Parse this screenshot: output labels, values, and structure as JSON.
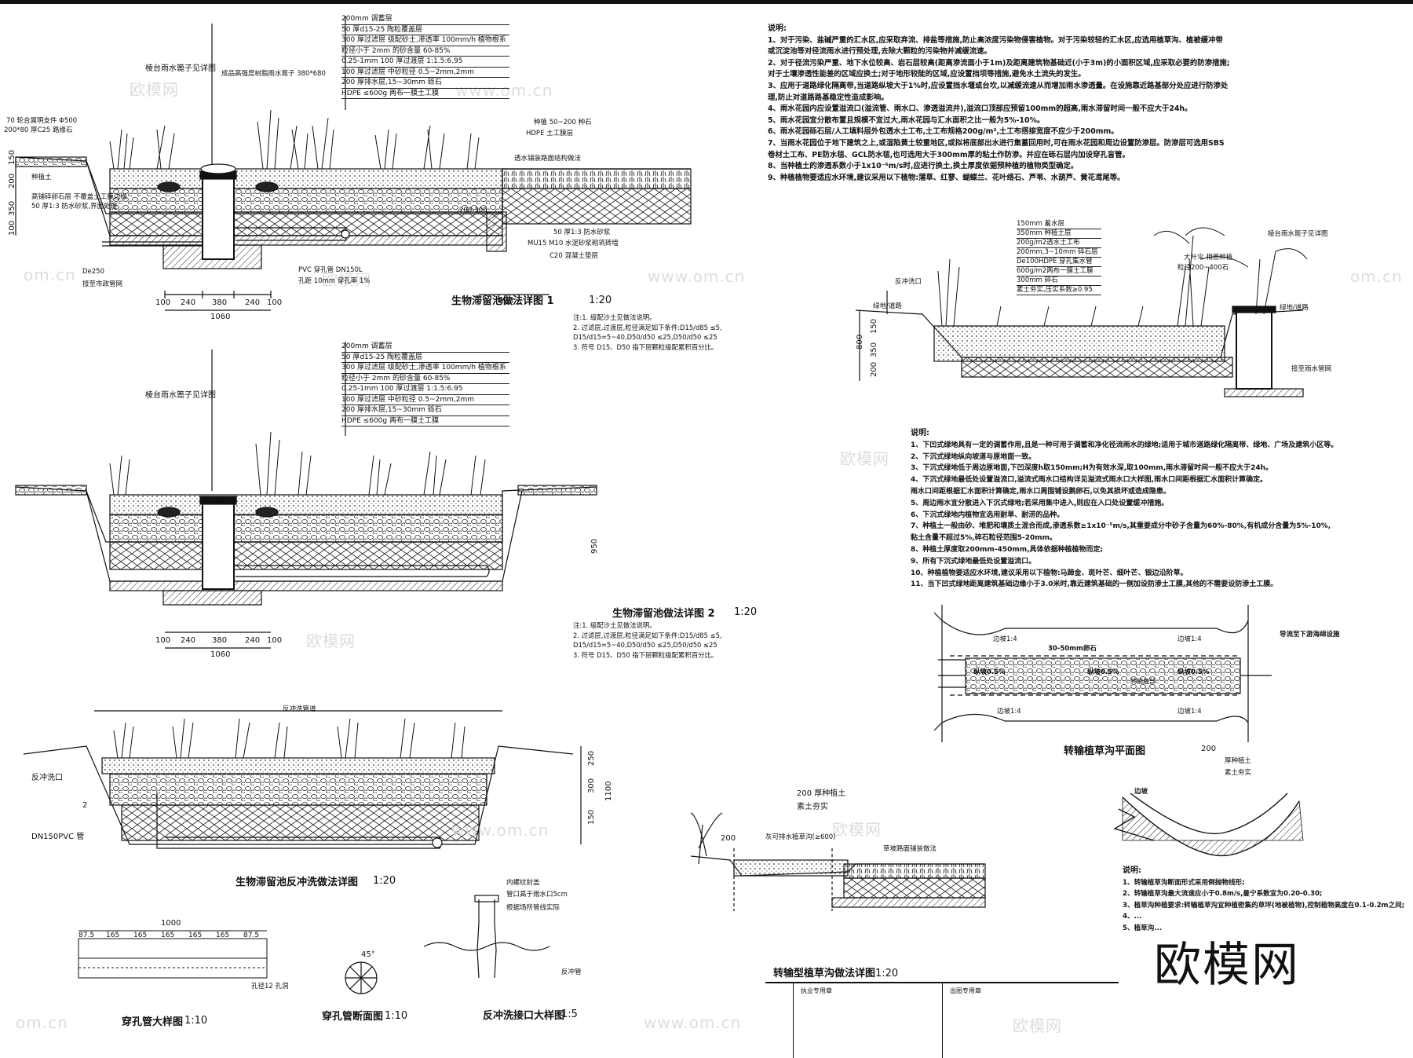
{
  "watermark": {
    "brand": "欧模网",
    "url": "www.om.cn",
    "frag": "om.cn"
  },
  "detail1": {
    "title": "生物滞留池做法详图 1",
    "scale": "1:20",
    "note_top": "棱台雨水篦子见详图",
    "grate": "成品高强度树脂雨水篦子 380*680",
    "stack": [
      "200mm 调蓄层",
      "50 厚d15-25 陶粒覆盖层",
      "300 厚过滤层 级配砂土,渗透率 100mm/h 植物根系",
      "粒径小于 2mm 的砂含量 60-85%",
      "0.25-1mm 100 厚过渡层 1:1.5:6.95",
      "100 厚过滤层 中砂粒径 0.5~2mm,2mm",
      "200 厚排水层,15~30mm 砾石",
      "HDPE ≤600g 两布一膜土工膜"
    ],
    "left_labels": [
      "70 轮合属明支件 Φ500",
      "200*80 厚C25 路缘石",
      "种植土",
      "高铺碎卵石层 不覆盖土工膜边缘",
      "50 厚1:3 防水砂浆,界面处理"
    ],
    "right_labels": [
      "种植 50~200 种石",
      "HDPE 土工膜层",
      "透水铺装路面结构做法",
      "200-300",
      "50 厚1:3 防水砂浆",
      "MU15 M10 水泥砂浆砌筑砖墙",
      "C20 混凝土垫层"
    ],
    "pipe": [
      "PVC 穿孔管 DN150L",
      "孔距 10mm 穿孔率 1%",
      "De250",
      "接至市政管网"
    ],
    "dims": [
      "100",
      "240",
      "380",
      "240",
      "100",
      "1060",
      "680",
      "200",
      "350",
      "150",
      "100"
    ],
    "notes": [
      "注:1. 级配沙土见做法说明。",
      "2. 过滤层,过渡层,粒径满足如下条件:D15/d85 ≤5,",
      "D15/d15=5~40,D50/d50 ≤25,D50/d50 ≤25",
      "3. 符号 D15、D50 指下层颗粒级配累积百分比。"
    ]
  },
  "detail2": {
    "title": "生物滞留池做法详图 2",
    "scale": "1:20",
    "note_top": "棱台雨水篦子见详图",
    "dims": [
      "100",
      "240",
      "380",
      "240",
      "100",
      "1060",
      "950"
    ]
  },
  "detail3": {
    "title": "生物滞留池反冲洗做法详图",
    "scale": "1:20",
    "labels": [
      "反冲洗口",
      "DN150PVC 管",
      "反冲洗管道"
    ],
    "dims": [
      "250",
      "300",
      "150",
      "1100",
      "2"
    ]
  },
  "pipe_detail": {
    "title": "穿孔管大样图",
    "scale": "1:10",
    "total": "1000",
    "segments": [
      "87.5",
      "165",
      "165",
      "165",
      "165",
      "165",
      "87.5"
    ],
    "label": "孔径12 孔洞"
  },
  "pipe_section": {
    "title": "穿孔管断面图",
    "scale": "1:10",
    "angle": "45°"
  },
  "backwash": {
    "title": "反冲洗接口大样图",
    "scale": "1:5",
    "labels": [
      "内螺纹封盖",
      "管口高于雨水口5cm",
      "根据场所管线实际",
      "反冲管"
    ]
  },
  "swale_section": {
    "title": "转输型植草沟做法详图",
    "scale": "1:20",
    "labels": [
      "200 厚种植土",
      "素土夯实",
      "灰可排水植草沟(≥600)",
      "草坡路面铺装做法",
      "200"
    ]
  },
  "notes_main": {
    "heading": "说明:",
    "items": [
      "1、对于污染、盐碱严重的汇水区,应采取弃流、排盐等措施,防止高浓度污染物侵害植物。对于污染较轻的汇水区,应选用植草沟、植被缓冲带",
      "或沉淀池等对径流雨水进行预处理,去除大颗粒的污染物并减缓流速。",
      "2、对于径流污染严重、地下水位较高、岩石层较高(距离渗流面小于1m)及距离建筑物基础近(小于3m)的小面积区域,应采取必要的防渗措施;",
      "对于土壤渗透性能差的区域应换土;对于地形较陡的区域,应设置挡坝等措施,避免水土流失的发生。",
      "3、应用于道路绿化隔离带,当道路纵坡大于1%时,应设置挡水堰或台坎,以减缓流速从而增加雨水渗透量。在设施靠近路基部分处应进行防渗处",
      "理,防止对道路路基稳定性造成影响。",
      "4、雨水花园内应设置溢流口(溢流管、雨水口、渗透溢流井),溢流口顶部应预留100mm的超高,雨水滞留时间一般不应大于24h。",
      "5、雨水花园宜分散布置且规模不宜过大,雨水花园与汇水面积之比一般为5%-10%。",
      "6、雨水花园砾石层/人工填料层外包透水土工布,土工布规格200g/m²,土工布搭接宽度不应少于200mm。",
      "7、当雨水花园位于地下建筑之上,或湿陷黄土较重地区,或拟将底部出水进行集蓄回用时,可在雨水花园和周边设置防渗层。防渗层可选用SBS",
      "卷材土工布、PE防水毯、GCL防水毯,也可选用大于300mm厚的粘土作防渗。并应在砾石层内加设穿孔盲管。",
      "8、当种植土的渗透系数小于1x10⁻⁶m/s时,应进行换土,换土厚度依据预种植的植物类型确定。",
      "9、种植植物要适应水环境,建议采用以下植物:蒲草、红蓼、蝴蝶兰、花叶络石、芦苇、水葫芦、黄花鸢尾等。"
    ]
  },
  "green_detail": {
    "labels": [
      "150mm 蓄水层",
      "350mm 种植土层",
      "200g/m2透水土工布",
      "200mm,3~10mm 碎石层",
      "De100HDPE 穿孔集水管",
      "600g/m2两布一膜土工膜",
      "300mm 碎石",
      "素土夯实,压实系数≥0.95",
      "棱台雨水篦子见详图",
      "大叶伞 相思种植",
      "粒径200~400石",
      "绿地/道路",
      "绿地/道路",
      "接至雨水管网",
      "反冲洗口"
    ],
    "dims": [
      "150",
      "350",
      "800",
      "200"
    ]
  },
  "notes_second": {
    "heading": "说明:",
    "items": [
      "1、下凹式绿地具有一定的调蓄作用,且是一种可用于调蓄和净化径流雨水的绿地;适用于城市道路绿化隔离带、绿地、广场及建筑小区等。",
      "2、下沉式绿地纵向坡道与原地面一致。",
      "3、下沉式绿地低于周边原地面,下凹深度h取150mm;H为有效水深,取100mm,雨水滞留时间一般不应大于24h。",
      "4、下沉式绿地最低处设置溢流口,溢流式雨水口结构详见溢流式雨水口大样图,雨水口间距根据汇水面积计算确定。",
      "雨水口间距根据汇水面积计算确定,雨水口周围铺设鹅卵石,以免其损坏或造成隐患。",
      "5、周边雨水宜分散进入下沉式绿地;若采用集中进入,则应在入口处设置缓冲措施。",
      "6、下沉式绿地内植物宜选用耐旱、耐涝的品种。",
      "7、种植土一般由砂、堆肥和壤质土混合而成,渗透系数≥1x10⁻⁵m/s,其重要成分中砂子含量为60%-80%,有机成分含量为5%-10%,",
      "粘土含量不超过5%,碎石粒径范围5-20mm。",
      "8、种植土厚度取200mm-450mm,具体依据种植植物而定;",
      "9、所有下沉式绿地最低处设置溢流口。",
      "10、种植植物要适应水环境,建议采用以下植物:马蹄金、斑叶芒、细叶芒、银边沿阶草。",
      "11、当下凹式绿地距离建筑基础边缘小于3.0米时,靠近建筑基础的一侧加设防渗土工膜,其他的不需要设防渗土工膜。"
    ]
  },
  "swale_plan": {
    "title": "转输植草沟平面图",
    "labels": [
      "边坡1:4",
      "30-50mm卵石",
      "边坡1:4",
      "纵坡0.5%",
      "纵坡0.5%",
      "纵坡0.5%",
      "导流至下游海绵设施",
      "边坡1:4",
      "边坡1:4",
      "转输底部"
    ]
  },
  "swale_xsection": {
    "labels": [
      "200",
      "厚种植土",
      "素土夯实",
      "边坡"
    ]
  },
  "notes_third": {
    "heading": "说明:",
    "items": [
      "1、转输植草沟断面形式采用倒抛物线形;",
      "2、转输植草沟最大流速应小于0.8m/s,曼宁系数宜为0.20-0.30;",
      "3、植草沟种植要求:转输植草沟宜种植密集的草坪(地被植物),控制植物高度在0.1-0.2m之间;",
      "4、...",
      "5、植草沟..."
    ]
  },
  "title_block": {
    "a": "执业专用章",
    "b": "出图专用章"
  },
  "brand_logo": "欧模网"
}
